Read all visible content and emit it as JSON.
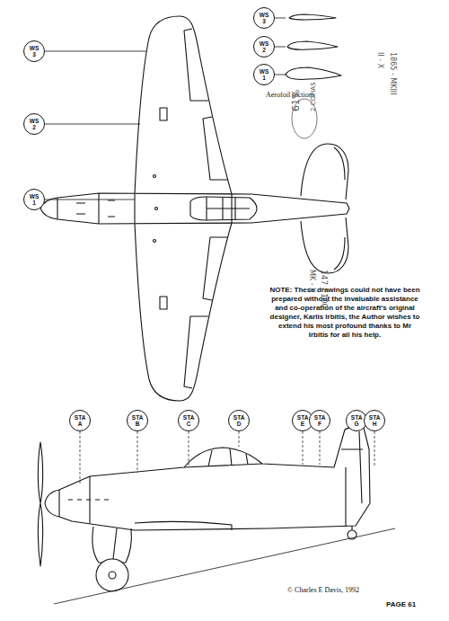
{
  "diagram": {
    "nodes": [
      {
        "text": [
          "WS 3"
        ]
      },
      {
        "text": [
          "WS 2"
        ]
      },
      {
        "text": [
          "WS 1"
        ]
      },
      {
        "text": [
          "WS 3"
        ]
      },
      {
        "text": [
          "WS 2"
        ]
      },
      {
        "text": [
          "WS 1"
        ]
      },
      {
        "text": [
          "STA A"
        ]
      },
      {
        "text": [
          "STA B"
        ]
      },
      {
        "text": [
          "STA C"
        ]
      },
      {
        "text": [
          "STA D"
        ]
      },
      {
        "text": [
          "STA E"
        ]
      },
      {
        "text": [
          "STA F"
        ]
      },
      {
        "text": [
          "STA G"
        ]
      },
      {
        "text": [
          "STA H"
        ]
      }
    ],
    "labels": [
      "Aerofoil sections",
      "NOTE: These drawings could not have been prepared without the invaluable assistance and co-operation of the aircraft's original designer, Karlis Irbitis, the Author wishes to extend his most profound thanks to Mr Irbitis for all his help.",
      "61%",
      "2 COPIAS",
      "1865 - MKIII",
      "II - X",
      "147 - 100",
      "MK - X",
      "© Charles E Davis, 1992",
      "PAGE 61"
    ]
  }
}
